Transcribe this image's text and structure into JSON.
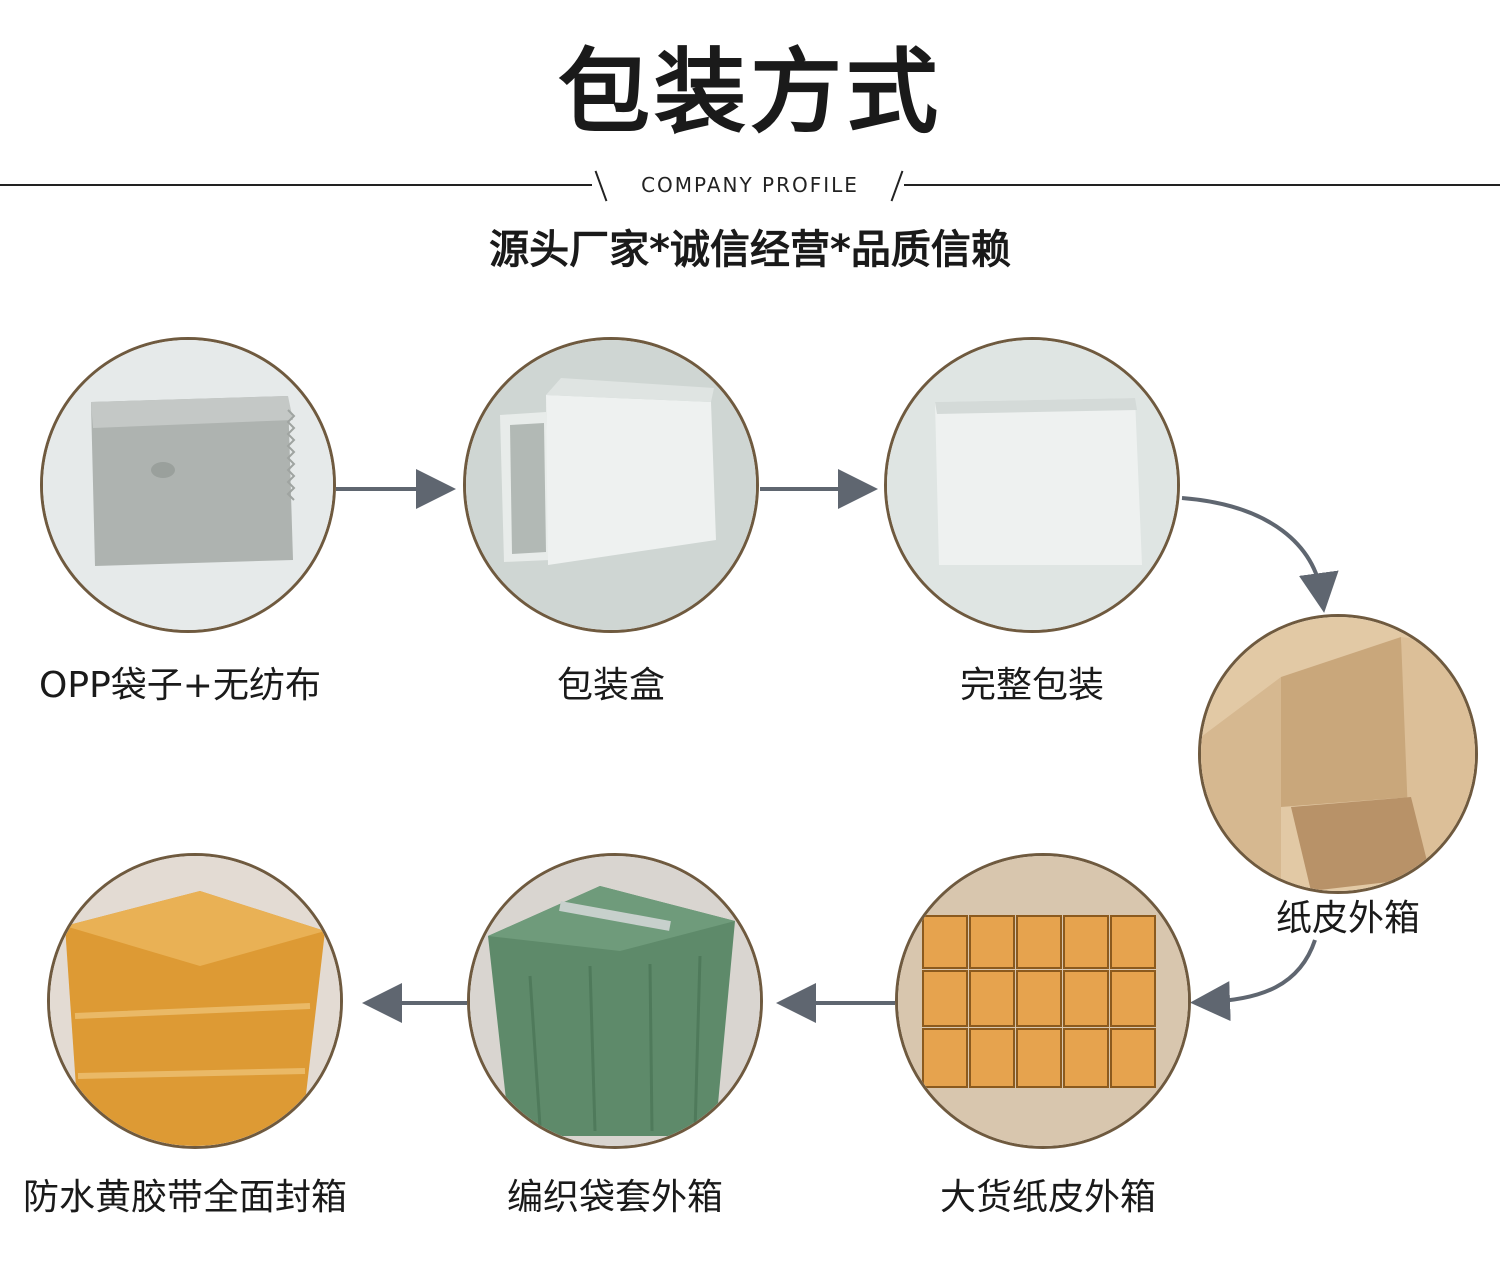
{
  "header": {
    "title": "包装方式",
    "subtitle_en": "COMPANY PROFILE",
    "slogan": "源头厂家*诚信经营*品质信赖"
  },
  "steps": [
    {
      "label": "OPP袋子+无纺布",
      "image": "wrapped-cloth-in-opp-bag"
    },
    {
      "label": "包装盒",
      "image": "open-white-box"
    },
    {
      "label": "完整包装",
      "image": "closed-white-box"
    },
    {
      "label": "纸皮外箱",
      "image": "empty-cardboard-carton"
    },
    {
      "label": "大货纸皮外箱",
      "image": "carton-filled-with-boxes"
    },
    {
      "label": "编织袋套外箱",
      "image": "green-woven-bag-wrapped"
    },
    {
      "label": "防水黄胶带全面封箱",
      "image": "yellow-tape-sealed-bundle"
    }
  ],
  "colors": {
    "circle_border": "#6f5a3f",
    "arrow": "#5f6670",
    "text": "#1a1a1a"
  }
}
